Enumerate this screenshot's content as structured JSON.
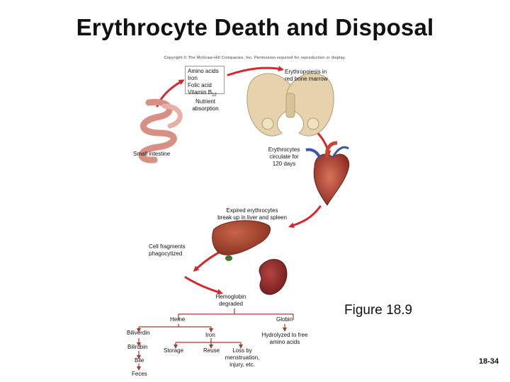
{
  "title": "Erythrocyte Death and Disposal",
  "copyright": "Copyright © The McGraw-Hill Companies, Inc. Permission required for reproduction or display.",
  "nutrients_box": {
    "items": [
      "Amino acids",
      "Iron",
      "Folic acid"
    ],
    "vitamin": "Vitamin B",
    "vitamin_sub": "12"
  },
  "labels": {
    "erythropoiesis_1": "Erythropoiesis in",
    "erythropoiesis_2": "red bone marrow",
    "nutrient_1": "Nutrient",
    "nutrient_2": "absorption",
    "small_intestine": "Small intestine",
    "circulate_1": "Erythrocytes",
    "circulate_2": "circulate for",
    "circulate_3": "120 days",
    "expired_1": "Expired erythrocytes",
    "expired_2": "break up in liver and spleen",
    "fragments_1": "Cell fragments",
    "fragments_2": "phagocytized",
    "hemoglobin_1": "Hemoglobin",
    "hemoglobin_2": "degraded",
    "heme": "Heme",
    "globin": "Globin",
    "biliverdin": "Biliverdin",
    "bilirubin": "Bilirubin",
    "bile": "Bile",
    "feces": "Feces",
    "iron": "Iron",
    "storage": "Storage",
    "reuse": "Reuse",
    "loss_1": "Loss by",
    "loss_2": "menstruation,",
    "loss_3": "injury, etc.",
    "hydrolyzed_1": "Hydrolyzed to free",
    "hydrolyzed_2": "amino acids"
  },
  "figure_label": "Figure 18.9",
  "page_number": "18-34",
  "colors": {
    "cycle_arrow": "#d8262d",
    "tree_line": "#a63a2e",
    "bone": "#e6d3ad",
    "liver": "#a0412c",
    "spleen": "#8e2a2a",
    "intestine": "#e3a59a",
    "heart": "#b53a2e",
    "gallbladder": "#3e7a2e"
  }
}
